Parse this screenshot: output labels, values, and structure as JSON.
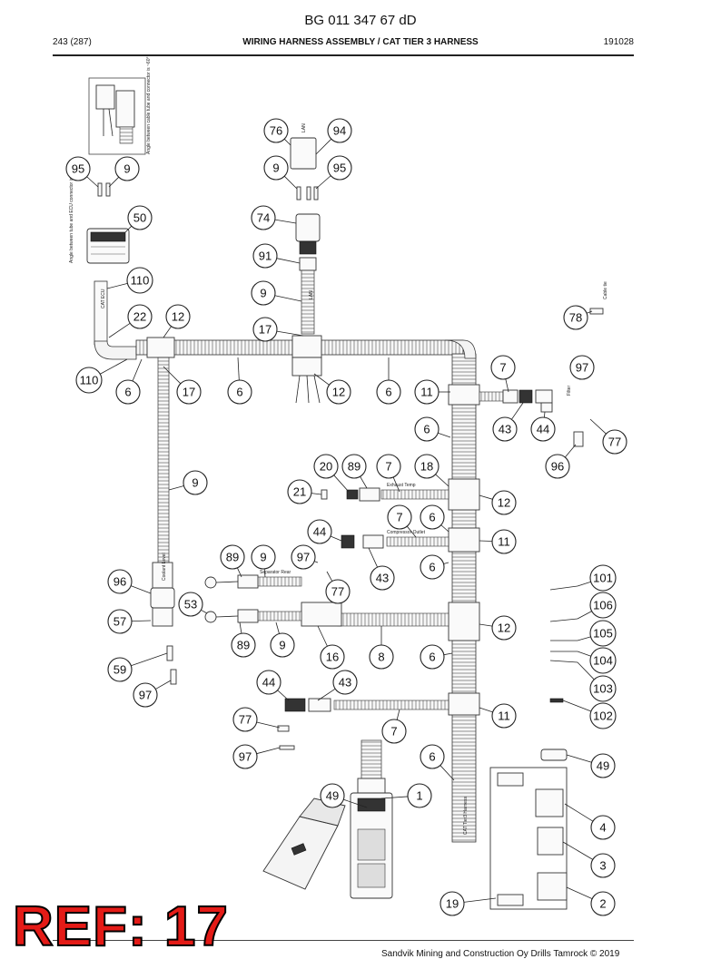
{
  "header": {
    "doc_number": "BG 011 347 67 dD",
    "page": "243 (287)",
    "title": "WIRING HARNESS ASSEMBLY / CAT TIER 3 HARNESS",
    "date": "191028"
  },
  "notes": {
    "angle_ecu": "Angle between tube and ECU connector is ~60°",
    "angle_top": "Angle between cable tube and connector is ~60°",
    "cable_tie": "Cable tie"
  },
  "harness_labels": {
    "cat_ecu": "CAT ECU",
    "lan": "LAN",
    "exhaust_temp": "Exhaust Temp",
    "compressor_outlet": "Compressor Outlet",
    "coolant_level": "Coolant Level",
    "separator_rear": "Separator Rear",
    "cat_tier3_harness": "CAT Tier3 Harness"
  },
  "callouts": [
    {
      "id": "c76",
      "label": "76"
    },
    {
      "id": "c94",
      "label": "94"
    },
    {
      "id": "c9a",
      "label": "9"
    },
    {
      "id": "c95a",
      "label": "95"
    },
    {
      "id": "c95b",
      "label": "95"
    },
    {
      "id": "c9b",
      "label": "9"
    },
    {
      "id": "c50",
      "label": "50"
    },
    {
      "id": "c74",
      "label": "74"
    },
    {
      "id": "c91",
      "label": "91"
    },
    {
      "id": "c110a",
      "label": "110"
    },
    {
      "id": "c9c",
      "label": "9"
    },
    {
      "id": "c78",
      "label": "78"
    },
    {
      "id": "c22",
      "label": "22"
    },
    {
      "id": "c12a",
      "label": "12"
    },
    {
      "id": "c17a",
      "label": "17"
    },
    {
      "id": "c110b",
      "label": "110"
    },
    {
      "id": "c6a",
      "label": "6"
    },
    {
      "id": "c17b",
      "label": "17"
    },
    {
      "id": "c6b",
      "label": "6"
    },
    {
      "id": "c12b",
      "label": "12"
    },
    {
      "id": "c6c",
      "label": "6"
    },
    {
      "id": "c11a",
      "label": "11"
    },
    {
      "id": "c7a",
      "label": "7"
    },
    {
      "id": "c97a",
      "label": "97"
    },
    {
      "id": "c6d",
      "label": "6"
    },
    {
      "id": "c43a",
      "label": "43"
    },
    {
      "id": "c44a",
      "label": "44"
    },
    {
      "id": "c77a",
      "label": "77"
    },
    {
      "id": "c96a",
      "label": "96"
    },
    {
      "id": "c20",
      "label": "20"
    },
    {
      "id": "c89a",
      "label": "89"
    },
    {
      "id": "c7b",
      "label": "7"
    },
    {
      "id": "c18",
      "label": "18"
    },
    {
      "id": "c9d",
      "label": "9"
    },
    {
      "id": "c21",
      "label": "21"
    },
    {
      "id": "c12c",
      "label": "12"
    },
    {
      "id": "c7c",
      "label": "7"
    },
    {
      "id": "c6e",
      "label": "6"
    },
    {
      "id": "c44b",
      "label": "44"
    },
    {
      "id": "c11b",
      "label": "11"
    },
    {
      "id": "c89b",
      "label": "89"
    },
    {
      "id": "c9e",
      "label": "9"
    },
    {
      "id": "c97b",
      "label": "97"
    },
    {
      "id": "c6f",
      "label": "6"
    },
    {
      "id": "c43b",
      "label": "43"
    },
    {
      "id": "c101",
      "label": "101"
    },
    {
      "id": "c96b",
      "label": "96"
    },
    {
      "id": "c77b",
      "label": "77"
    },
    {
      "id": "c53",
      "label": "53"
    },
    {
      "id": "c106",
      "label": "106"
    },
    {
      "id": "c57",
      "label": "57"
    },
    {
      "id": "c12d",
      "label": "12"
    },
    {
      "id": "c105",
      "label": "105"
    },
    {
      "id": "c89c",
      "label": "89"
    },
    {
      "id": "c9f",
      "label": "9"
    },
    {
      "id": "c16",
      "label": "16"
    },
    {
      "id": "c8",
      "label": "8"
    },
    {
      "id": "c6g",
      "label": "6"
    },
    {
      "id": "c104",
      "label": "104"
    },
    {
      "id": "c59",
      "label": "59"
    },
    {
      "id": "c103",
      "label": "103"
    },
    {
      "id": "c97c",
      "label": "97"
    },
    {
      "id": "c44c",
      "label": "44"
    },
    {
      "id": "c43c",
      "label": "43"
    },
    {
      "id": "c11c",
      "label": "11"
    },
    {
      "id": "c102",
      "label": "102"
    },
    {
      "id": "c77c",
      "label": "77"
    },
    {
      "id": "c7d",
      "label": "7"
    },
    {
      "id": "c97d",
      "label": "97"
    },
    {
      "id": "c6h",
      "label": "6"
    },
    {
      "id": "c49a",
      "label": "49"
    },
    {
      "id": "c49b",
      "label": "49"
    },
    {
      "id": "c1",
      "label": "1"
    },
    {
      "id": "c4",
      "label": "4"
    },
    {
      "id": "c3",
      "label": "3"
    },
    {
      "id": "c19",
      "label": "19"
    },
    {
      "id": "c2",
      "label": "2"
    }
  ],
  "footer": {
    "ref_label": "REF: 17",
    "copyright": "Sandvik Mining and Construction Oy Drills Tamrock © 2019"
  }
}
